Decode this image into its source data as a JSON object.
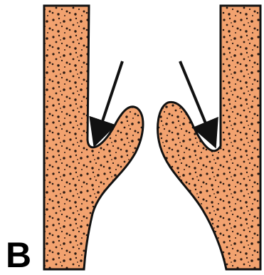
{
  "panel_label": "B",
  "colors": {
    "tissue_fill": "#f2a26f",
    "speckle": "#2a1a12",
    "outline": "#111111",
    "arrow": "#111111",
    "background": "#ffffff"
  },
  "icons": [
    "left-wall-shape",
    "right-wall-shape",
    "left-arrow",
    "right-arrow"
  ]
}
